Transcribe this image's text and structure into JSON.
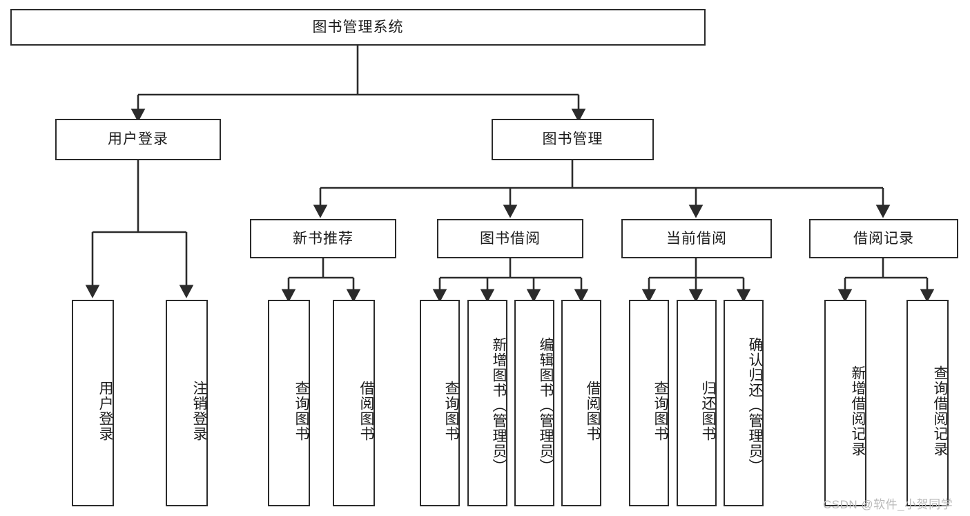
{
  "diagram": {
    "title": "图书管理系统",
    "type": "tree-hierarchy",
    "root": {
      "label": "图书管理系统"
    },
    "level2": [
      {
        "label": "用户登录"
      },
      {
        "label": "图书管理"
      }
    ],
    "level3": [
      {
        "label": "新书推荐",
        "parent": "图书管理"
      },
      {
        "label": "图书借阅",
        "parent": "图书管理"
      },
      {
        "label": "当前借阅",
        "parent": "图书管理"
      },
      {
        "label": "借阅记录",
        "parent": "图书管理"
      }
    ],
    "leaves": {
      "user_login": [
        {
          "label": "用户登录"
        },
        {
          "label": "注销登录"
        }
      ],
      "new_book": [
        {
          "label": "查询图书"
        },
        {
          "label": "借阅图书"
        }
      ],
      "book_borrow": [
        {
          "label": "查询图书"
        },
        {
          "label": "新增图书（管理员）"
        },
        {
          "label": "编辑图书（管理员）"
        },
        {
          "label": "借阅图书"
        }
      ],
      "current_borrow": [
        {
          "label": "查询图书"
        },
        {
          "label": "归还图书"
        },
        {
          "label": "确认归还（管理员）"
        }
      ],
      "borrow_record": [
        {
          "label": "新增借阅记录"
        },
        {
          "label": "查询借阅记录"
        }
      ]
    }
  },
  "watermark": {
    "text": "CSDN @软件_小贺同学"
  },
  "colors": {
    "background": "#ffffff",
    "box_fill": "#ffffff",
    "stroke": "#2b2b2b",
    "text": "#1c1c1c",
    "watermark": "#b9b9b9"
  }
}
